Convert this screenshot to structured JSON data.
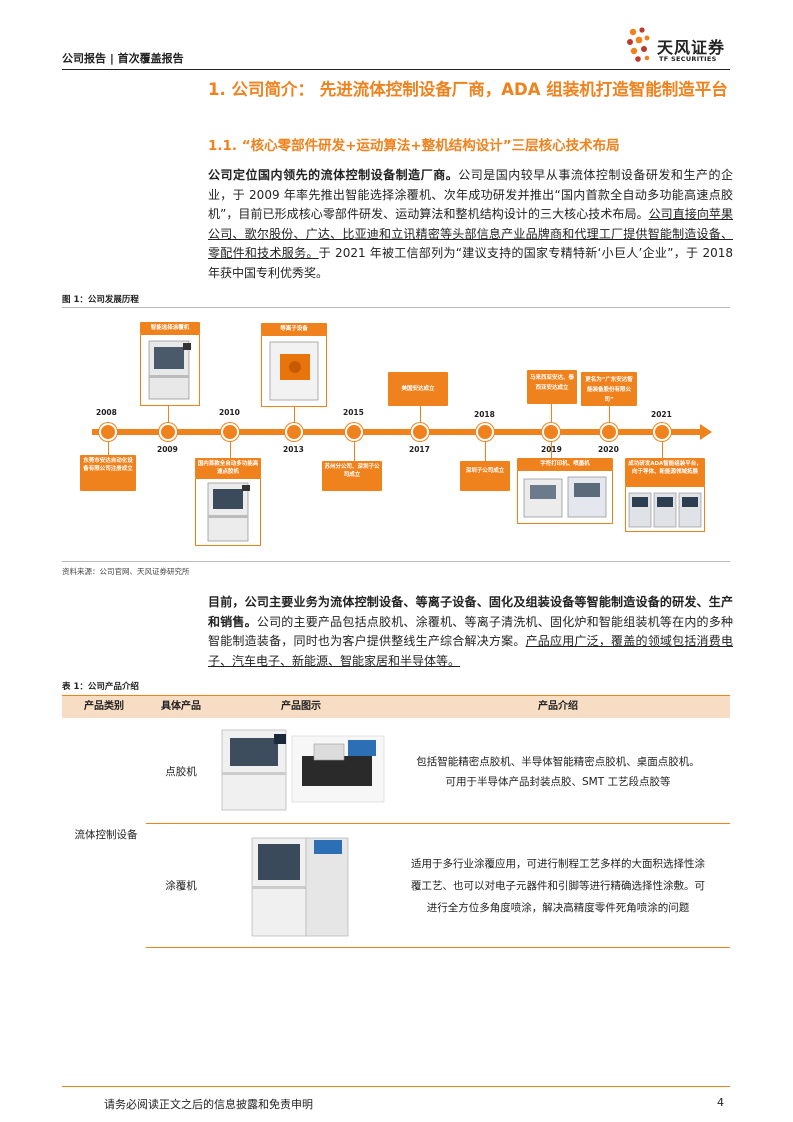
{
  "header": {
    "text": "公司报告 | 首次覆盖报告"
  },
  "logo": {
    "cn": "天风证券",
    "en": "TF SECURITIES"
  },
  "headings": {
    "h1": "1. 公司简介：  先进流体控制设备厂商，ADA 组装机打造智能制造平台",
    "h2": "1.1. “核心零部件研发+运动算法+整机结构设计”三层核心技术布局"
  },
  "para1": {
    "bold": "公司定位国内领先的流体控制设备制造厂商。",
    "text1": "公司是国内较早从事流体控制设备研发和生产的企业，于 2009 年率先推出智能选择涂覆机、次年成功研发并推出“国内首款全自动多功能高速点胶机”，目前已形成核心零部件研发、运动算法和整机结构设计的三大核心技术布局。",
    "underline": "公司直接向苹果公司、歌尔股份、广达、比亚迪和立讯精密等头部信息产业品牌商和代理工厂提供智能制造设备、零配件和技术服务。",
    "text2": "于 2021 年被工信部列为“建议支持的国家专精特新‘小巨人’企业”，于 2018 年获中国专利优秀奖。"
  },
  "figure": {
    "title": "图 1：公司发展历程",
    "source": "资料来源：公司官网、天风证券研究所",
    "years": [
      "2008",
      "2009",
      "2010",
      "2013",
      "2015",
      "2017",
      "2018",
      "2019",
      "2020",
      "2021"
    ],
    "events": {
      "e2008": "东莞市安达自动化设备有限公司注册成立",
      "e2009": "智能选择涂覆机",
      "e2010": "国内首款全自动多功能高速点胶机",
      "e2013": "等离子设备",
      "e2015": "苏州分公司、深圳子公司成立",
      "e2017": "美国安达成立",
      "e2018": "深圳子公司成立",
      "e2019a": "马来西亚安达、泰西亚安达成立",
      "e2019b": "字符打印机、喷墨机",
      "e2020": "更名为“广东安达智能装备股份有限公司”",
      "e2021": "成功研发ADA智能组装平台，向于导体、新能源领域拓展"
    }
  },
  "para2": {
    "bold": "目前，公司主要业务为流体控制设备、等离子设备、固化及组装设备等智能制造设备的研发、生产和销售。",
    "text1": "公司的主要产品包括点胶机、涂覆机、等离子清洗机、固化炉和智能组装机等在内的多种智能制造装备，同时也为客户提供整线生产综合解决方案。",
    "underline": "产品应用广泛，覆盖的领域包括消费电子、汽车电子、新能源、智能家居和半导体等。"
  },
  "table": {
    "title": "表 1：公司产品介绍",
    "headers": [
      "产品类别",
      "具体产品",
      "产品图示",
      "产品介绍"
    ],
    "category": "流体控制设备",
    "rows": [
      {
        "product": "点胶机",
        "desc1": "包括智能精密点胶机、半导体智能精密点胶机、桌面点胶机。",
        "desc2": "可用于半导体产品封装点胶、SMT 工艺段点胶等"
      },
      {
        "product": "涂覆机",
        "desc1": "适用于多行业涂覆应用，可进行制程工艺多样的大面积选择性涂",
        "desc2": "覆工艺、也可以对电子元器件和引脚等进行精确选择性涂敷。可",
        "desc3": "进行全方位多角度喷涂，解决高精度零件死角喷涂的问题"
      }
    ]
  },
  "footer": {
    "text": "请务必阅读正文之后的信息披露和免责申明",
    "page": "4"
  },
  "colors": {
    "accent": "#f0821e",
    "header_fill": "#f7ddc4"
  }
}
